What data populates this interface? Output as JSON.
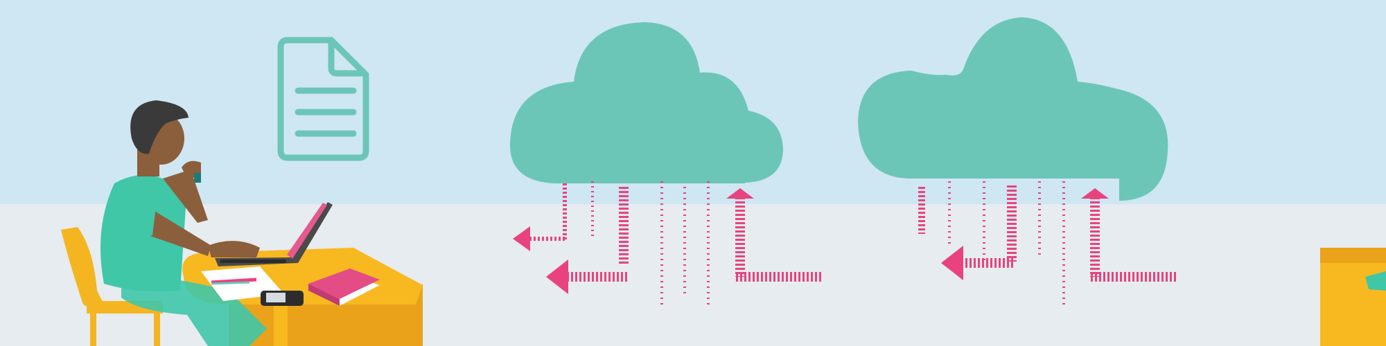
{
  "scene": {
    "colors": {
      "sky": "#cfe6f3",
      "floor": "#e6ecef",
      "cloud": "#6cc6b8",
      "cloud_edge": "#4cb7a6",
      "arrow": "#e8437e",
      "desk": "#f8b81f",
      "desk_side": "#e9a21a",
      "chair": "#f4b521",
      "shirt": "#3fc7a8",
      "skin": "#8b5e3c",
      "hair": "#3a3a3a",
      "laptop": "#4a4a4a",
      "laptop_screen": "#e6588e",
      "book": "#e24d86",
      "doc_icon": "#6cc6b8"
    },
    "elements": [
      "person-at-desk",
      "laptop",
      "document-icon",
      "upload-download-cloud-left",
      "upload-download-cloud-right",
      "partial-desk-right"
    ]
  }
}
